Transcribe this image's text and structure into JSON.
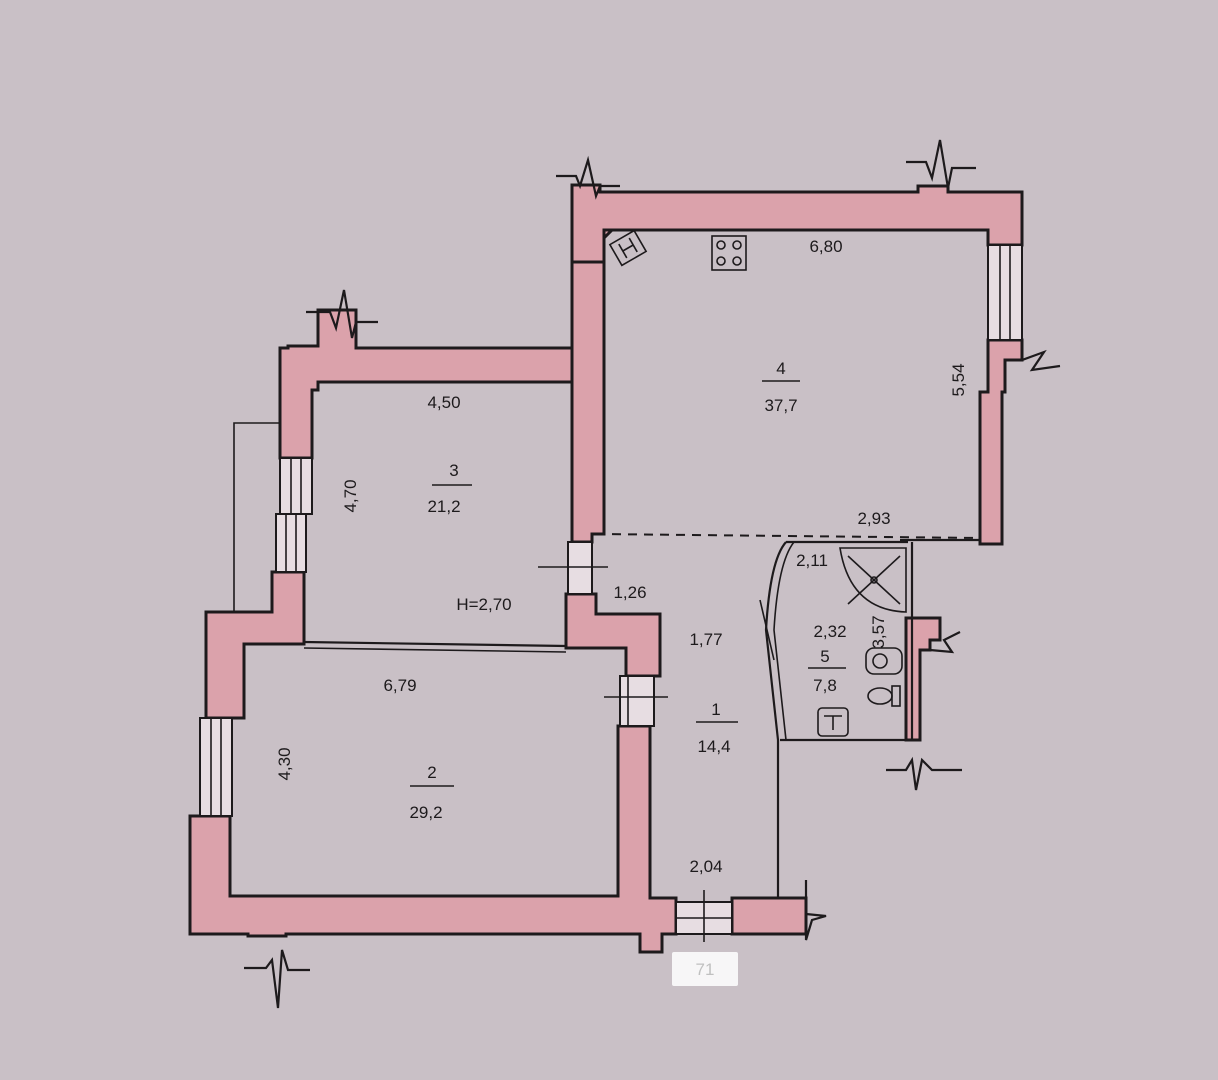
{
  "plan": {
    "height_label": "H=2,70",
    "entrance_tag": "71",
    "rooms": [
      {
        "number": "1",
        "area": "14,4"
      },
      {
        "number": "2",
        "area": "29,2"
      },
      {
        "number": "3",
        "area": "21,2"
      },
      {
        "number": "4",
        "area": "37,7"
      },
      {
        "number": "5",
        "area": "7,8"
      }
    ],
    "dimensions": {
      "room4_width": "6,80",
      "room4_depth": "5,54",
      "room3_width": "4,50",
      "room3_depth": "4,70",
      "room2_width": "6,79",
      "room2_depth": "4,30",
      "hall_upper_width": "2,93",
      "hall_doorway": "1,26",
      "hall_width": "1,77",
      "hall_entrance": "2,04",
      "bath_top_width": "2,11",
      "bath_width": "2,32",
      "bath_depth": "3,57"
    },
    "icons": {
      "stove": "stove-icon",
      "boiler": "boiler-icon",
      "shower": "shower-icon",
      "washbasin": "washbasin-icon",
      "toilet": "toilet-icon",
      "sink": "sink-icon"
    }
  }
}
